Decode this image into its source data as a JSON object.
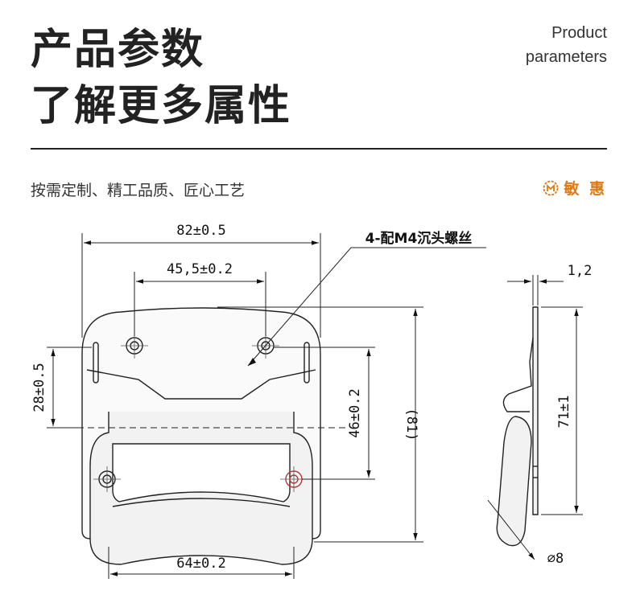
{
  "header": {
    "title_line1": "产品参数",
    "title_line2": "了解更多属性",
    "en_line1": "Product",
    "en_line2": "parameters"
  },
  "tagline": "按需定制、精工品质、匠心工艺",
  "brand": {
    "name": "敏 惠",
    "color": "#e07a10"
  },
  "drawing": {
    "dims": {
      "overall_width": "82±0.5",
      "hole_spacing_top": "45,5±0.2",
      "screw_note": "4-配M4沉头螺丝",
      "left_height": "28±0.5",
      "hole_spacing_vertical": "46±0.2",
      "overall_height": "(81)",
      "handle_width": "64±0.2",
      "thickness": "1,2",
      "side_height": "71±1",
      "wire_diameter": "⌀8"
    }
  }
}
